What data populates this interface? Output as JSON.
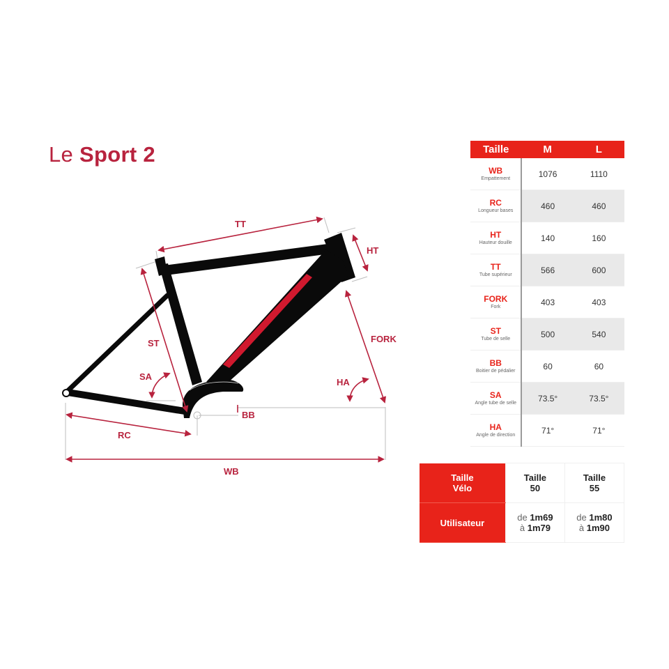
{
  "title": {
    "prefix": "Le",
    "name": "Sport 2"
  },
  "colors": {
    "accent": "#e8231a",
    "label": "#b8233e",
    "frame": "#0a0a0a",
    "frame_stripe": "#d0192e",
    "shade": "#e9e9e9"
  },
  "diagram": {
    "labels": {
      "tt": "TT",
      "ht": "HT",
      "st": "ST",
      "sa": "SA",
      "ha": "HA",
      "fork": "FORK",
      "bb": "BB",
      "rc": "RC",
      "wb": "WB"
    }
  },
  "geometry_table": {
    "header": {
      "label": "Taille",
      "sizes": [
        "M",
        "L"
      ]
    },
    "rows": [
      {
        "abbr": "WB",
        "desc": "Empattement",
        "m": "1076",
        "l": "1110"
      },
      {
        "abbr": "RC",
        "desc": "Longueur bases",
        "m": "460",
        "l": "460"
      },
      {
        "abbr": "HT",
        "desc": "Hauteur douille",
        "m": "140",
        "l": "160"
      },
      {
        "abbr": "TT",
        "desc": "Tube supérieur",
        "m": "566",
        "l": "600"
      },
      {
        "abbr": "FORK",
        "desc": "Fork",
        "m": "403",
        "l": "403"
      },
      {
        "abbr": "ST",
        "desc": "Tube de selle",
        "m": "500",
        "l": "540"
      },
      {
        "abbr": "BB",
        "desc": "Boitier de pédalier",
        "m": "60",
        "l": "60"
      },
      {
        "abbr": "SA",
        "desc": "Angle tube de selle",
        "m": "73.5°",
        "l": "73.5°"
      },
      {
        "abbr": "HA",
        "desc": "Angle de direction",
        "m": "71°",
        "l": "71°"
      }
    ]
  },
  "size_table": {
    "row1": {
      "header_line1": "Taille",
      "header_line2": "Vélo",
      "col1_line1": "Taille",
      "col1_line2": "50",
      "col2_line1": "Taille",
      "col2_line2": "55"
    },
    "row2": {
      "header": "Utilisateur",
      "col1_from_word": "de",
      "col1_from": "1m69",
      "col1_to_word": "à",
      "col1_to": "1m79",
      "col2_from_word": "de",
      "col2_from": "1m80",
      "col2_to_word": "à",
      "col2_to": "1m90"
    }
  }
}
